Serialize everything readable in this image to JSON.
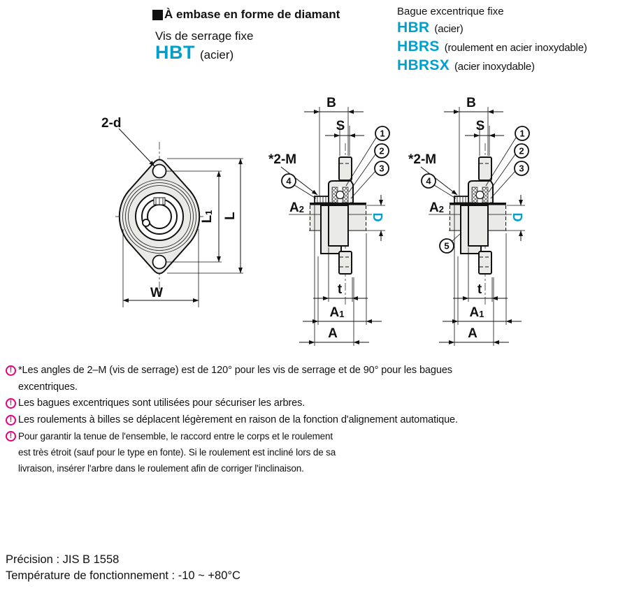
{
  "colors": {
    "accent": "#00A0CB",
    "note_icon": "#E5007E"
  },
  "header": {
    "section_title": "À embase en forme de diamant",
    "left": {
      "subtitle": "Vis de serrage fixe",
      "code": "HBT",
      "material": "(acier)"
    },
    "right": {
      "subtitle": "Bague excentrique fixe",
      "items": [
        {
          "code": "HBR",
          "material": "(acier)"
        },
        {
          "code": "HBRS",
          "material": "(roulement en acier inoxydable)"
        },
        {
          "code": "HBRSX",
          "material": "(acier inoxydable)"
        }
      ]
    }
  },
  "drawing": {
    "front": {
      "hole_label": "2-d",
      "dim_l1": {
        "main": "L",
        "sub": "1"
      },
      "dim_l": "L",
      "dim_w": "W"
    },
    "side": {
      "dim_b": "B",
      "dim_s": "S",
      "dim_m": "*2-M",
      "dim_a2": {
        "main": "A",
        "sub": "2"
      },
      "dim_d": "D",
      "dim_t": "t",
      "dim_a1": {
        "main": "A",
        "sub": "1"
      },
      "dim_a": "A",
      "callouts": {
        "c1": "1",
        "c2": "2",
        "c3": "3",
        "c4": "4",
        "c5": "5"
      }
    }
  },
  "notes": [
    {
      "icon": "!",
      "text": "*Les angles de 2–M (vis de serrage) est de 120° pour les vis de serrage et de 90° pour les bagues excentriques."
    },
    {
      "icon": "!",
      "text": "Les bagues excentriques sont utilisées pour sécuriser les arbres."
    },
    {
      "icon": "!",
      "text": "Les roulements à billes se déplacent légèrement en raison de la fonction d'alignement automatique."
    },
    {
      "icon": "!",
      "text": "Pour garantir la tenue de l'ensemble, le raccord entre le corps et le roulement est très étroit (sauf pour le type en fonte). Si le roulement est incliné lors de sa livraison, insérer l'arbre dans le roulement afin de corriger l'inclinaison."
    }
  ],
  "footer": {
    "line1": "Précision : JIS B 1558",
    "line2": "Température de fonctionnement : -10 ~ +80°C"
  }
}
